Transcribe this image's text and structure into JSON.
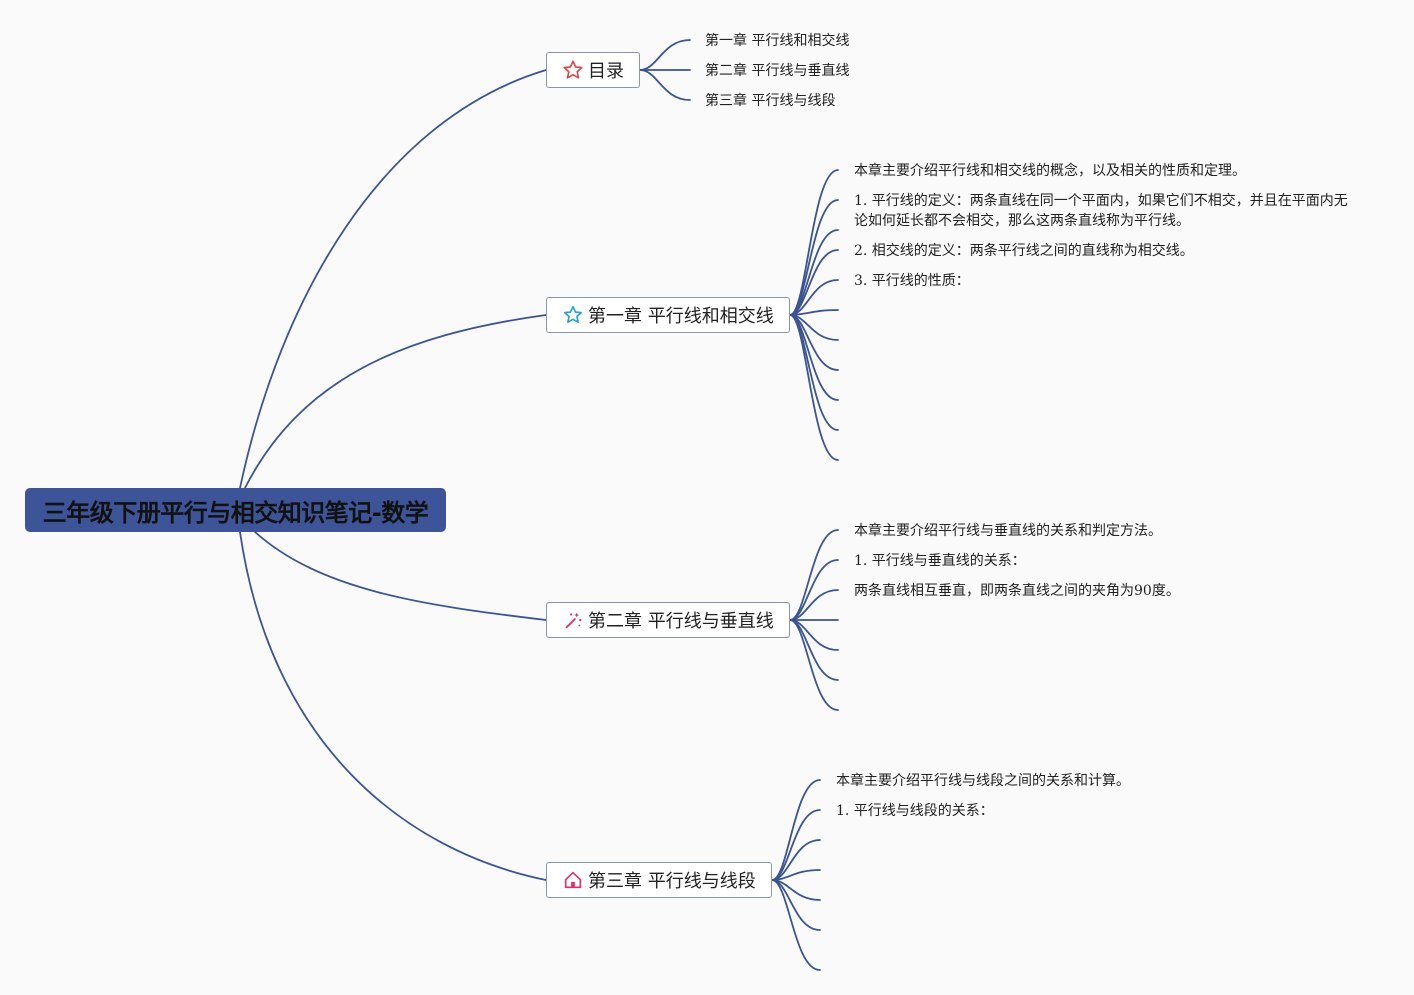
{
  "root": {
    "title": "三年级下册平行与相交知识笔记-数学"
  },
  "toc": {
    "label": "目录",
    "icon": "star-outline-red-icon",
    "items": [
      "第一章 平行线和相交线",
      "第二章 平行线与垂直线",
      "第三章 平行线与线段"
    ]
  },
  "chapter1": {
    "label": "第一章 平行线和相交线",
    "icon": "star-outline-blue-icon",
    "items": [
      "本章主要介绍平行线和相交线的概念，以及相关的性质和定理。",
      "1. 平行线的定义：两条直线在同一个平面内，如果它们不相交，并且在平面内无论如何延长都不会相交，那么这两条直线称为平行线。",
      "2. 相交线的定义：两条平行线之间的直线称为相交线。",
      "3. 平行线的性质："
    ]
  },
  "chapter2": {
    "label": "第二章 平行线与垂直线",
    "icon": "magic-wand-icon",
    "items": [
      "本章主要介绍平行线与垂直线的关系和判定方法。",
      "1. 平行线与垂直线的关系：",
      "两条直线相互垂直，即两条直线之间的夹角为90度。"
    ]
  },
  "chapter3": {
    "label": "第三章 平行线与线段",
    "icon": "home-icon",
    "items": [
      "本章主要介绍平行线与线段之间的关系和计算。",
      "1. 平行线与线段的关系："
    ]
  },
  "colors": {
    "edge": "#3a5494",
    "root_fill": "#3d5598",
    "icon_red": "#e04646",
    "icon_blue": "#2a9fd8",
    "icon_pink": "#e0306a"
  }
}
